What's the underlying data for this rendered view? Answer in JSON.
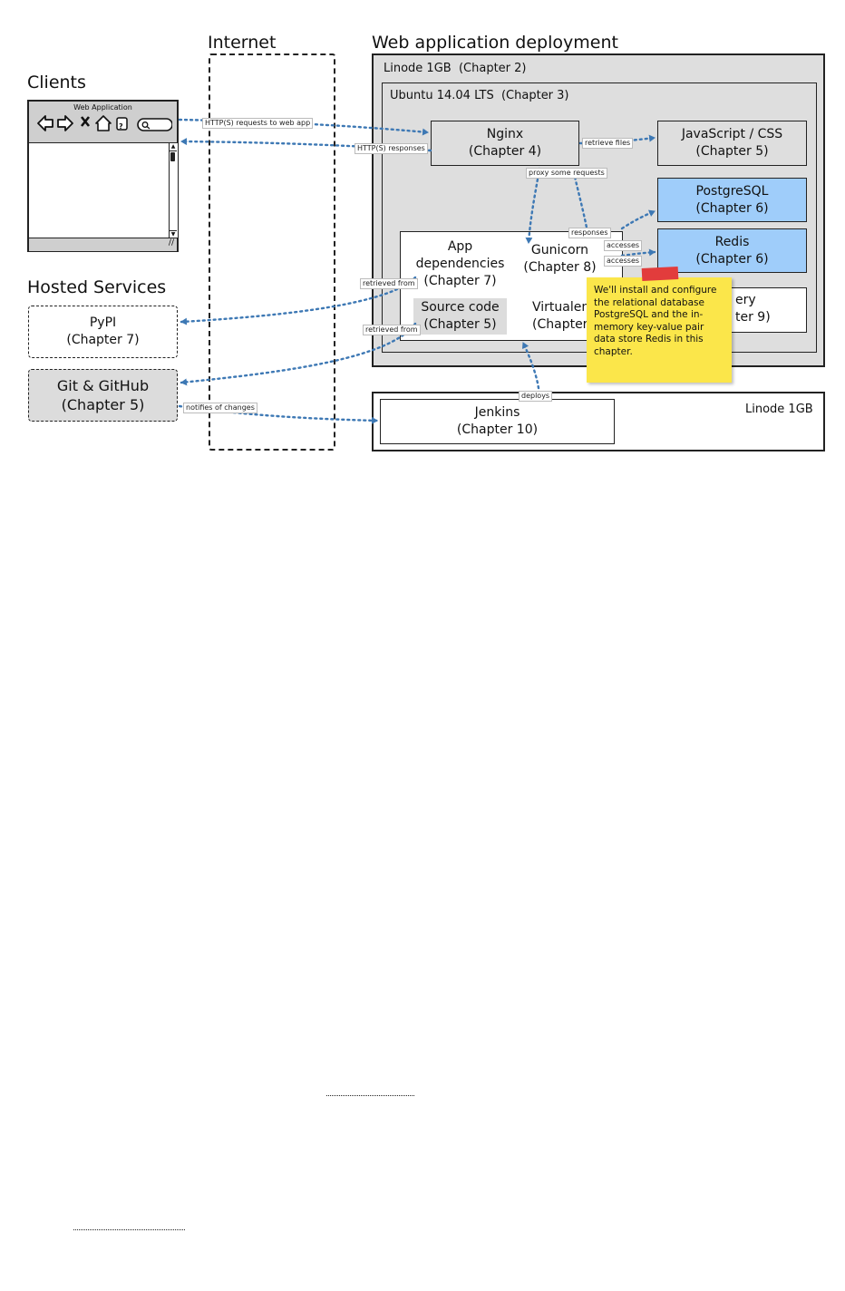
{
  "headings": {
    "clients": "Clients",
    "internet": "Internet",
    "deployment": "Web application deployment",
    "hosted": "Hosted Services"
  },
  "browser": {
    "title": "Web Application",
    "icons": [
      "back-arrow-icon",
      "forward-arrow-icon",
      "close-x-icon",
      "home-icon",
      "help-icon",
      "search-icon"
    ],
    "help_glyph": "?"
  },
  "hosted_services": {
    "pypi": {
      "line1": "PyPI",
      "line2": "(Chapter 7)"
    },
    "git": {
      "line1": "Git & GitHub",
      "line2": "(Chapter 5)"
    }
  },
  "servers": {
    "linode_main": {
      "label": "Linode 1GB",
      "chapter": "(Chapter 2)"
    },
    "ubuntu": {
      "label": "Ubuntu 14.04 LTS",
      "chapter": "(Chapter 3)"
    },
    "linode_ci": {
      "label": "Linode 1GB"
    }
  },
  "components": {
    "nginx": {
      "line1": "Nginx",
      "line2": "(Chapter 4)"
    },
    "jscss": {
      "line1": "JavaScript / CSS",
      "line2": "(Chapter 5)"
    },
    "postgres": {
      "line1": "PostgreSQL",
      "line2": "(Chapter 6)"
    },
    "redis": {
      "line1": "Redis",
      "line2": "(Chapter 6)"
    },
    "celery": {
      "line1": "ery",
      "line2": "ter 9)"
    },
    "app_deps": {
      "line1": "App",
      "line2": "dependencies",
      "line3": "(Chapter 7)"
    },
    "gunicorn": {
      "line1": "Gunicorn",
      "line2": "(Chapter 8)"
    },
    "source_code": {
      "line1": "Source code",
      "line2": "(Chapter 5)"
    },
    "virtualenv": {
      "line1": "Virtualen",
      "line2": "(Chapter"
    },
    "jenkins": {
      "line1": "Jenkins",
      "line2": "(Chapter 10)"
    }
  },
  "edges": {
    "http_requests": "HTTP(S) requests to web app",
    "http_responses": "HTTP(S) responses",
    "retrieve_files": "retrieve files",
    "proxy_requests": "proxy some requests",
    "responses": "responses",
    "accesses_postgres": "accesses",
    "accesses_redis": "accesses",
    "retrieved_from_pypi": "retrieved from",
    "retrieved_from_git": "retrieved from",
    "deploys": "deploys",
    "notifies": "notifies of changes"
  },
  "note": {
    "text": "We'll install and configure the relational database PostgreSQL and the in-memory key-value pair data store Redis in this chapter."
  },
  "colors": {
    "arrow": "#3d78b4",
    "highlight_box": "#9fcdfa",
    "server_fill": "#dedede",
    "note_fill": "#fbe64a",
    "tape": "#e23c3c"
  }
}
